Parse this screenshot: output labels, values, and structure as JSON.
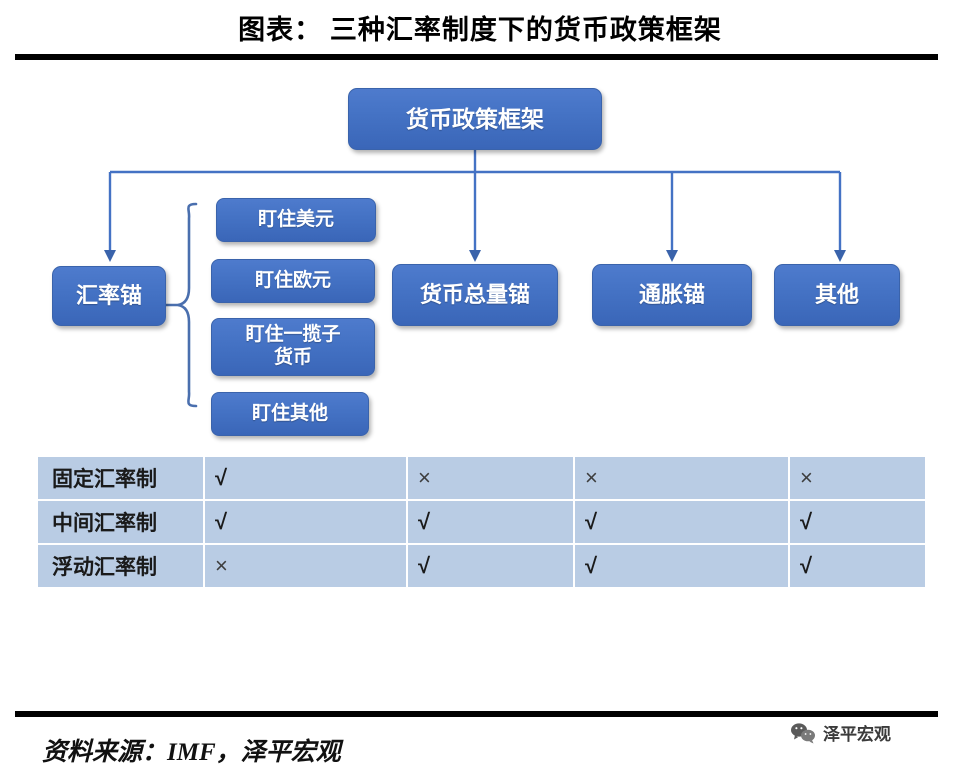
{
  "header": {
    "title": "图表： 三种汇率制度下的货币政策框架"
  },
  "footer": {
    "source": "资料来源：IMF，泽平宏观",
    "brand_label": "泽平宏观",
    "brand_icon": "wechat-icon"
  },
  "diagram": {
    "root": {
      "label": "货币政策框架"
    },
    "branches": [
      {
        "id": "fx-anchor",
        "label": "汇率锚"
      },
      {
        "id": "money-aggregate",
        "label": "货币总量锚"
      },
      {
        "id": "inflation",
        "label": "通胀锚"
      },
      {
        "id": "other",
        "label": "其他"
      }
    ],
    "fx_anchor_children": [
      {
        "id": "usd",
        "label": "盯住美元"
      },
      {
        "id": "eur",
        "label": "盯住欧元"
      },
      {
        "id": "basket",
        "label": "盯住一揽子\n货币"
      },
      {
        "id": "other",
        "label": "盯住其他"
      }
    ],
    "brace": "left-curly-brace"
  },
  "table": {
    "rows": [
      {
        "regime": "固定汇率制",
        "cells": [
          "√",
          "×",
          "×",
          "×"
        ]
      },
      {
        "regime": "中间汇率制",
        "cells": [
          "√",
          "√",
          "√",
          "√"
        ]
      },
      {
        "regime": "浮动汇率制",
        "cells": [
          "×",
          "√",
          "√",
          "√"
        ]
      }
    ]
  },
  "colors": {
    "node_blue": "#4472c4",
    "node_blue_dark": "#3a66b8",
    "connector": "#4472c4",
    "table_cell": "#b9cce4",
    "rule": "#000000"
  }
}
